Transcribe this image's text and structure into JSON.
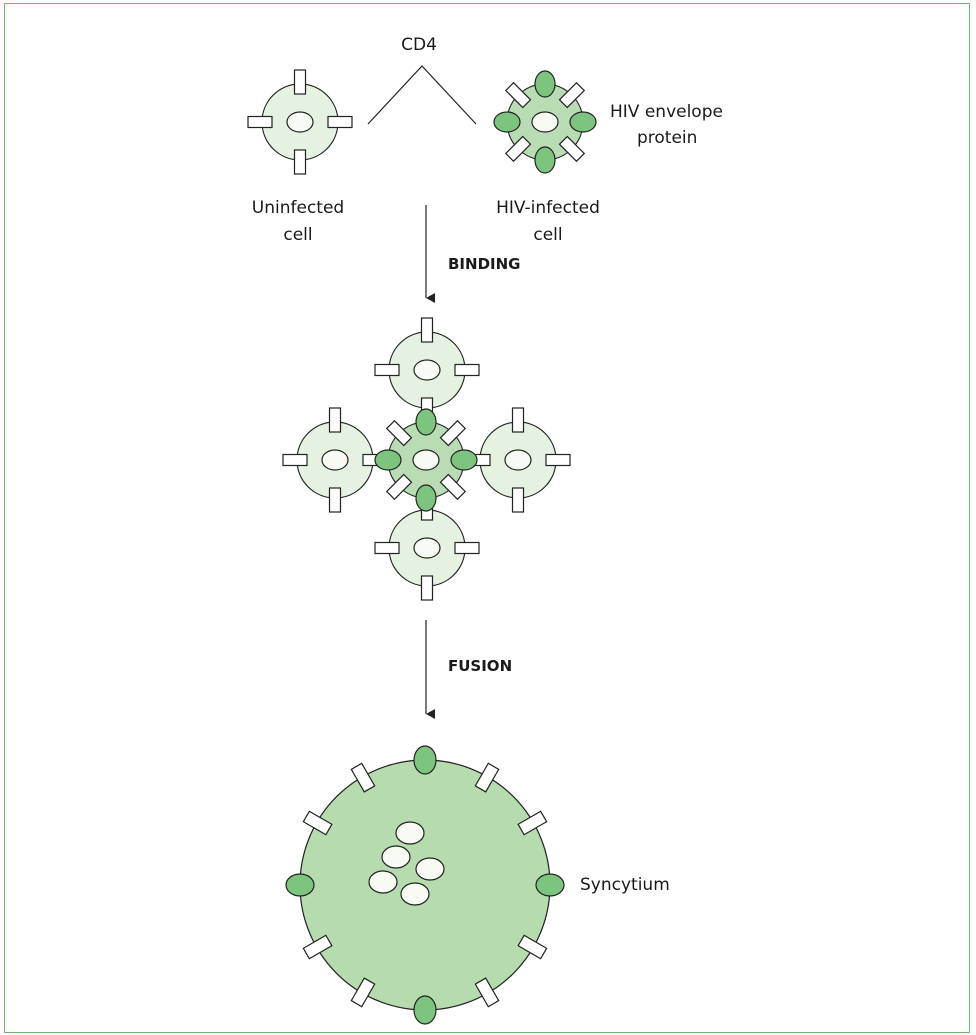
{
  "labels": {
    "cd4": "CD4",
    "hiv_envelope_line1": "HIV envelope",
    "hiv_envelope_line2": "protein",
    "uninfected_line1": "Uninfected",
    "uninfected_line2": "cell",
    "infected_line1": "HIV-infected",
    "infected_line2": "cell",
    "binding": "BINDING",
    "fusion": "FUSION",
    "syncytium": "Syncytium"
  },
  "colors": {
    "frame_border": "#69b86e",
    "uninfected_fill": "#e6f2e1",
    "infected_fill": "#b9dcb4",
    "syncytium_fill": "#b5dbae",
    "envelope_fill": "#7dc47f",
    "nucleus_fill": "#f7fbf4",
    "stroke": "#222222"
  }
}
